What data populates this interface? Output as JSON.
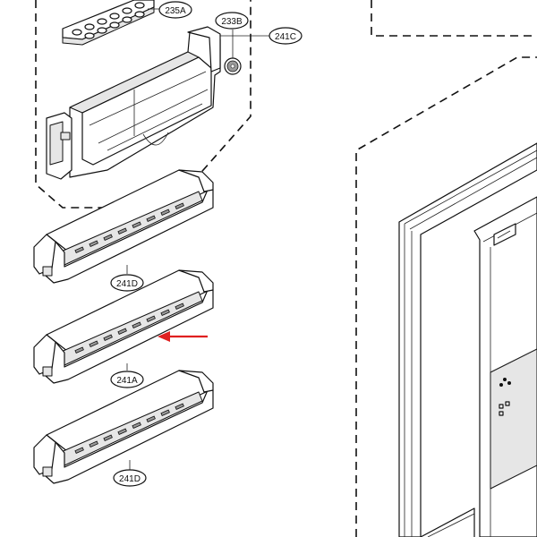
{
  "diagram": {
    "callouts": [
      {
        "id": "235A",
        "label": "235A"
      },
      {
        "id": "233B",
        "label": "233B"
      },
      {
        "id": "241C",
        "label": "241C"
      },
      {
        "id": "241D_top",
        "label": "241D"
      },
      {
        "id": "241A",
        "label": "241A"
      },
      {
        "id": "241D_bottom",
        "label": "241D"
      }
    ],
    "colors": {
      "line": "#111111",
      "indicator_arrow": "#e02020",
      "background": "#ffffff"
    },
    "icons": [
      "indicator-arrow-icon",
      "fan-icon"
    ]
  }
}
